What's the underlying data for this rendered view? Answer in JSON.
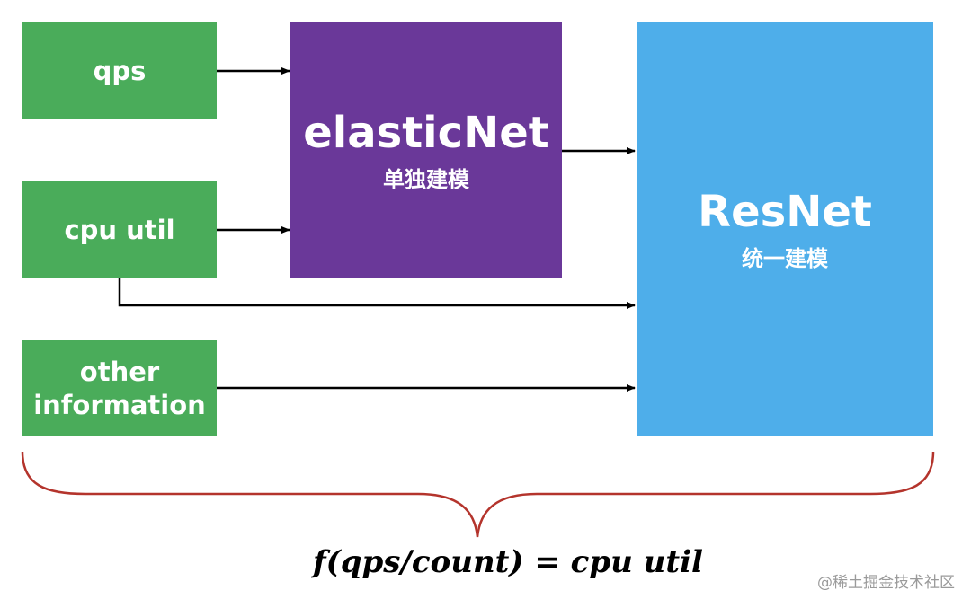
{
  "diagram": {
    "inputs": [
      {
        "id": "qps",
        "label": "qps"
      },
      {
        "id": "cpu",
        "label": "cpu util"
      },
      {
        "id": "other",
        "label_lines": [
          "other",
          "information"
        ]
      }
    ],
    "elastic": {
      "title": "elasticNet",
      "subtitle": "单独建模"
    },
    "resnet": {
      "title": "ResNet",
      "subtitle": "统一建模"
    },
    "formula": "f(qps/count) = cpu util"
  },
  "watermark": "@稀土掘金技术社区",
  "colors": {
    "input_box": "#4aac5a",
    "elastic_box": "#6a3899",
    "resnet_box": "#4eaeea",
    "brace": "#b4342c",
    "arrow": "#000000"
  }
}
